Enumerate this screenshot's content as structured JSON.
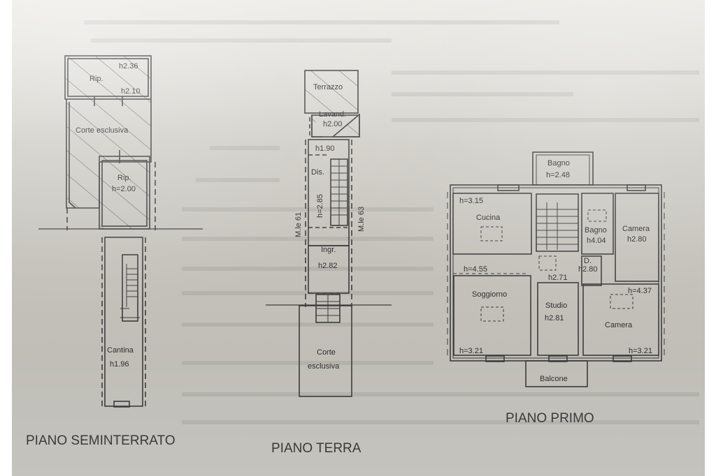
{
  "document": {
    "type": "floor plan",
    "background_text": "illegible bleed-through text"
  },
  "floors": [
    {
      "title": "PIANO SEMINTERRATO",
      "rooms": [
        {
          "name": "Rip.",
          "height": "h2.36",
          "height2": "h2.10"
        },
        {
          "name": "Corte esclusiva"
        },
        {
          "name": "Rip.",
          "height": "h=2.00"
        },
        {
          "name": "Cantina",
          "height": "h1.96"
        }
      ]
    },
    {
      "title": "PIANO TERRA",
      "rooms": [
        {
          "name": "Terrazzo"
        },
        {
          "name": "Lavand.",
          "height": "h2.00"
        },
        {
          "name": "h1.90"
        },
        {
          "name": "Dis.",
          "height": "h=2.85"
        },
        {
          "name": "Ingr.",
          "height": "h2.82"
        },
        {
          "name": "Corte",
          "name2": "esclusiva"
        }
      ],
      "boundary_labels": [
        "M.le 61",
        "M.le 63"
      ]
    },
    {
      "title": "PIANO PRIMO",
      "rooms": [
        {
          "name": "Bagno",
          "height": "h=2.48"
        },
        {
          "name": "Cucina",
          "height": "h=3.15",
          "height2": "h=4.55"
        },
        {
          "name": "Bagno",
          "height": "h4.04"
        },
        {
          "name": "Camera",
          "height": "h2.80"
        },
        {
          "name": "D.",
          "height": "h2.80"
        },
        {
          "name": "h2.71"
        },
        {
          "name": "Soggiorno",
          "height": "h=3.21"
        },
        {
          "name": "Studio",
          "height": "h2.81"
        },
        {
          "name": "Camera",
          "height": "h=4.37",
          "height2": "h=3.21"
        },
        {
          "name": "Balcone"
        }
      ]
    }
  ],
  "colors": {
    "paper": "#c9c7c0",
    "ink": "#3a3a3a",
    "margin": "#ffffff"
  }
}
